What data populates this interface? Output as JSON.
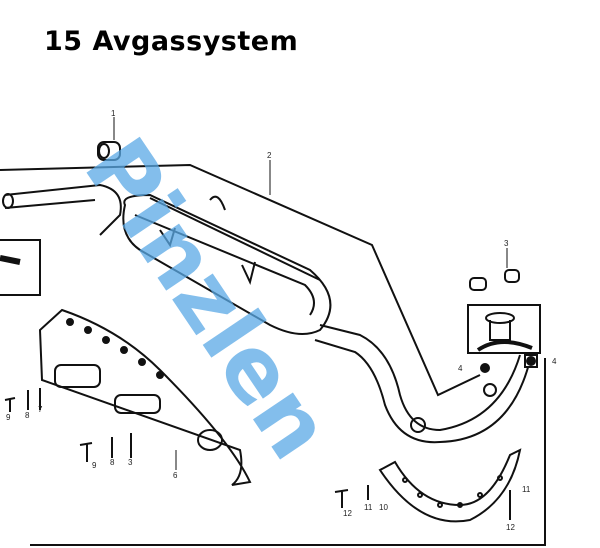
{
  "title": "15 Avgassystem",
  "watermark": "Pinzlen",
  "part_labels": [
    "1",
    "2",
    "3",
    "4",
    "4",
    "9",
    "8",
    "7",
    "9",
    "8",
    "3",
    "6",
    "12",
    "11",
    "10",
    "11",
    "12"
  ]
}
